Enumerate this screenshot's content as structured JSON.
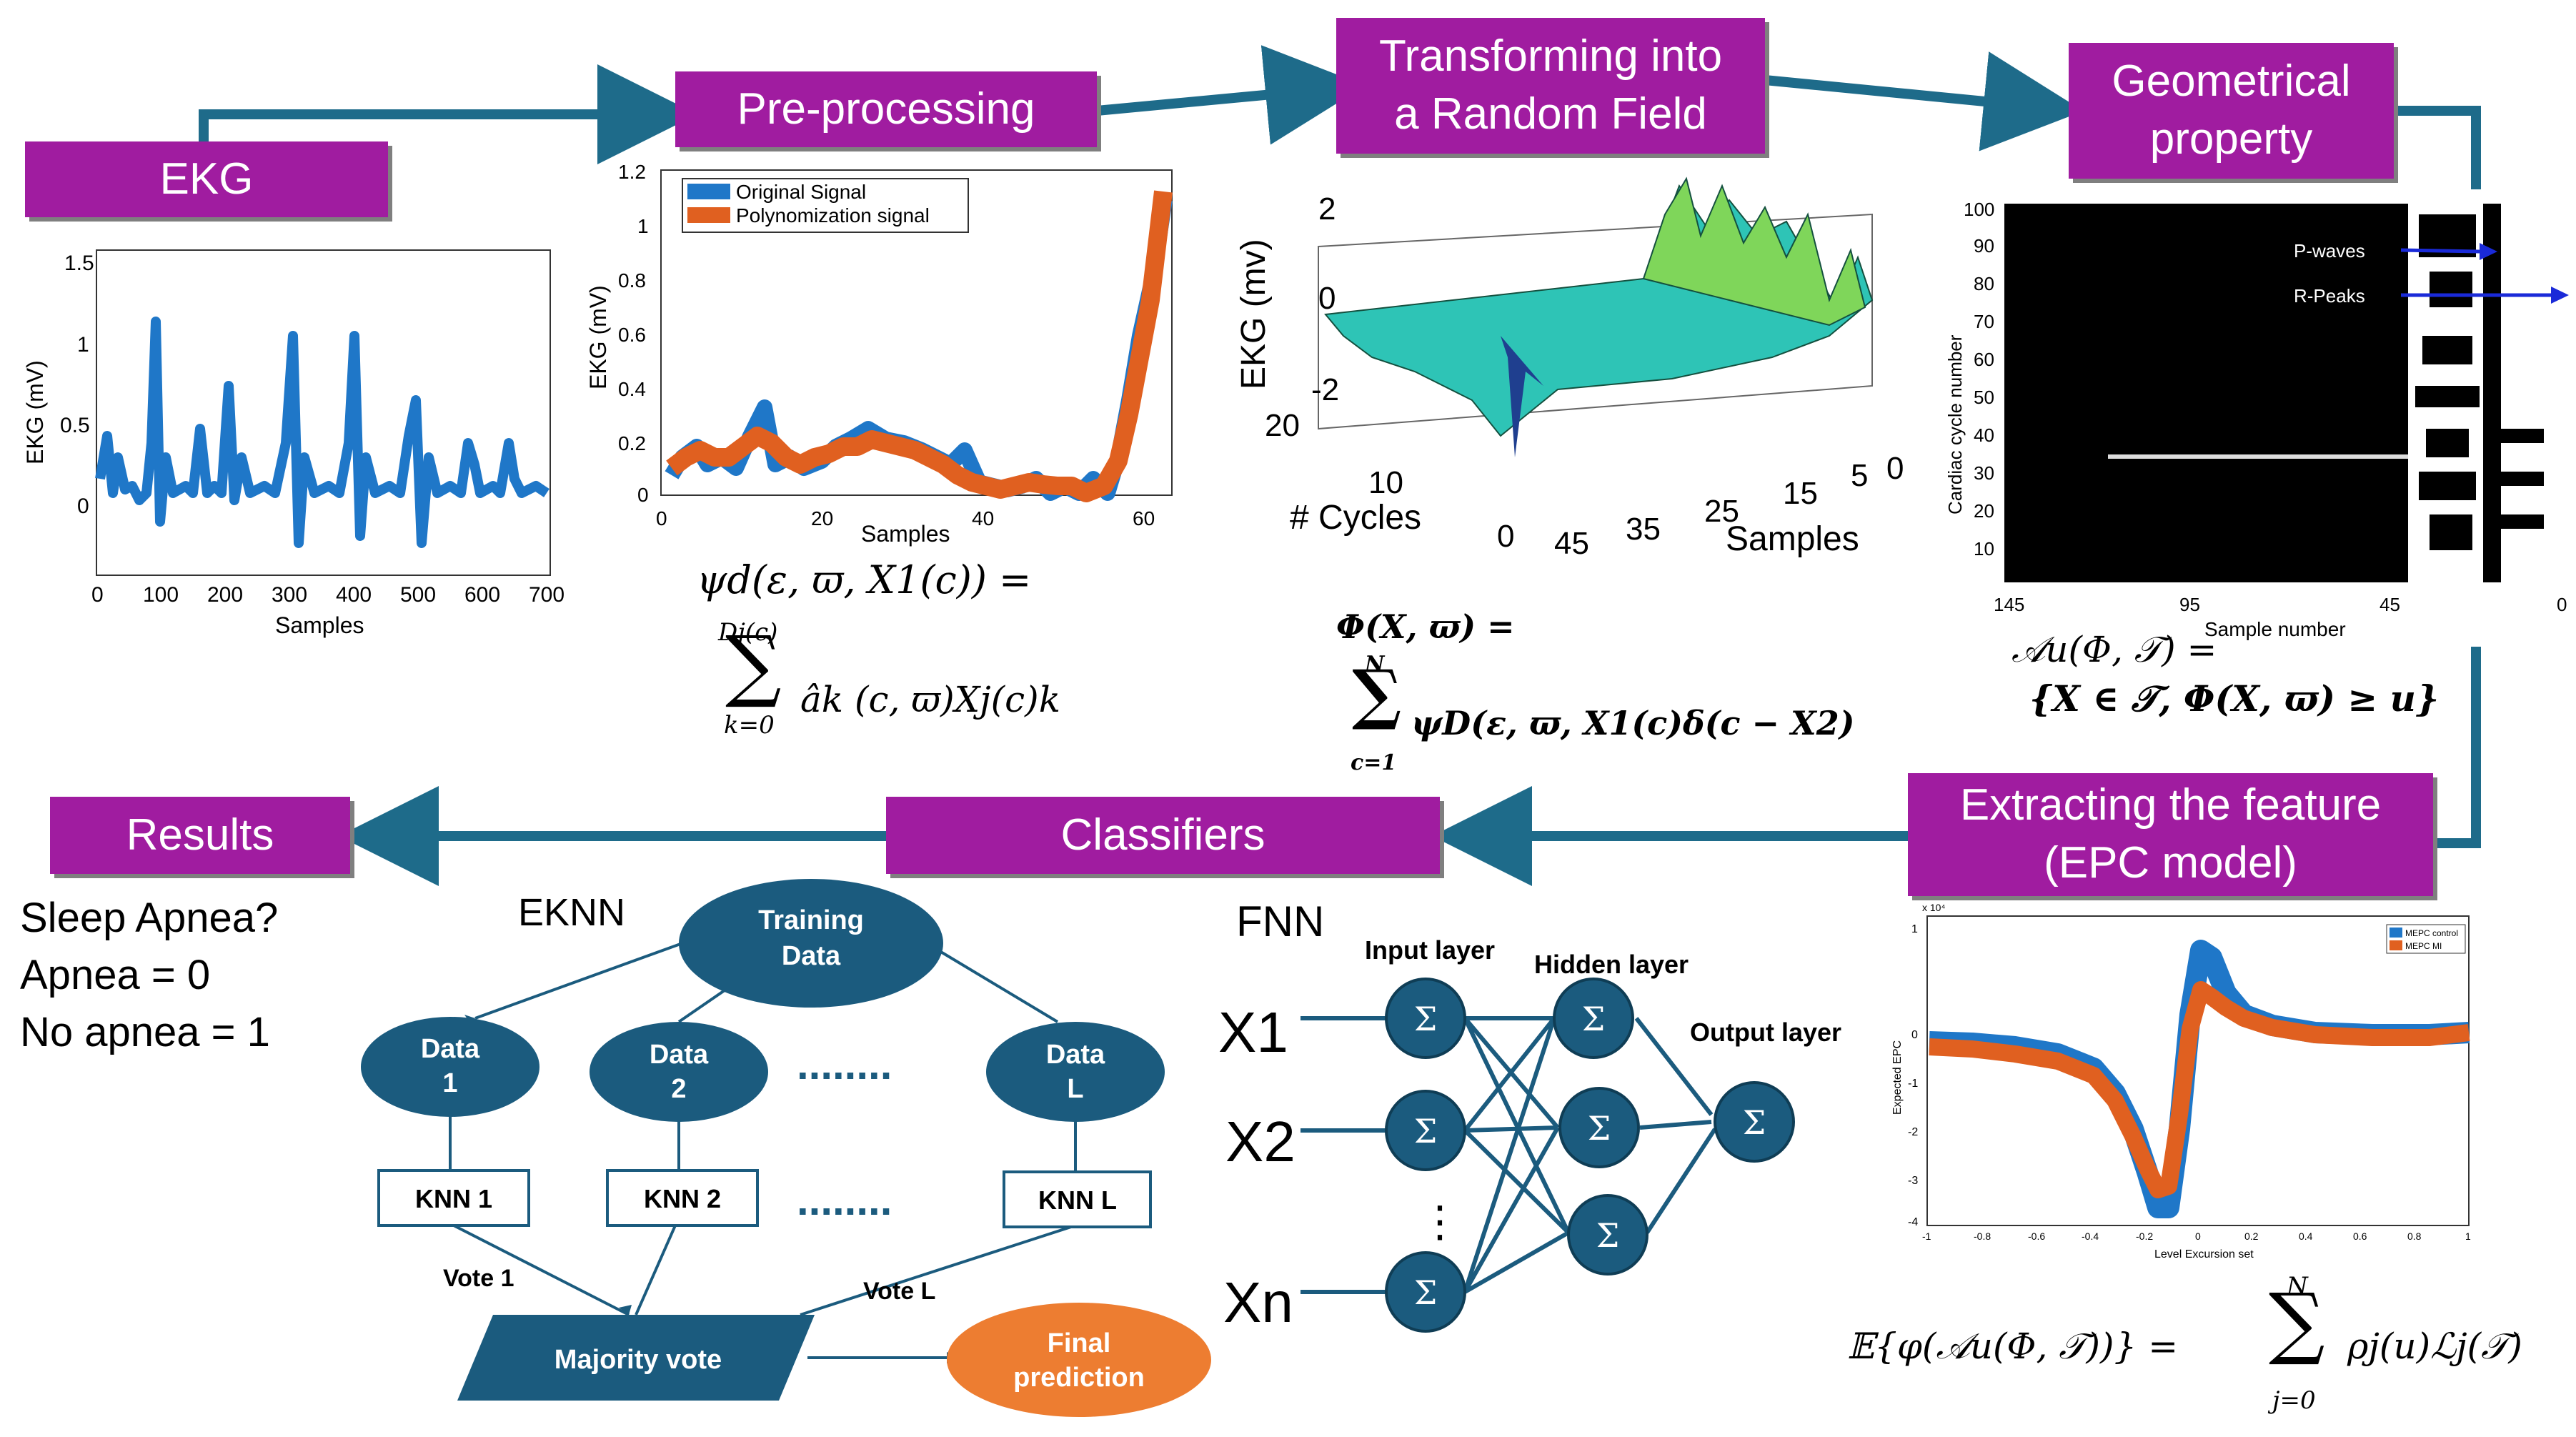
{
  "headers": {
    "ekg": "EKG",
    "preprocessing": "Pre-processing",
    "random_field": [
      "Transforming into",
      "a Random Field"
    ],
    "geometrical": [
      "Geometrical",
      "property"
    ],
    "extracting": [
      "Extracting the feature",
      "(EPC model)"
    ],
    "classifiers": "Classifiers",
    "results": "Results"
  },
  "colors": {
    "header_purple": "#a01ca0",
    "arrow_teal": "#1e6b8a",
    "node_teal": "#1b5b7e",
    "signal_blue": "#1f77c8",
    "poly_orange": "#e06020",
    "final_orange": "#ed7d31"
  },
  "ekg_plot": {
    "ylabel": "EKG (mV)",
    "xlabel": "Samples",
    "yticks": [
      "1.5",
      "1",
      "0.5",
      "0"
    ],
    "xticks": [
      "0",
      "100",
      "200",
      "300",
      "400",
      "500",
      "600",
      "700"
    ]
  },
  "pre_plot": {
    "ylabel": "EKG (mV)",
    "xlabel": "Samples",
    "yticks": [
      "1.2",
      "1",
      "0.8",
      "0.6",
      "0.4",
      "0.2",
      "0"
    ],
    "xticks": [
      "0",
      "20",
      "40",
      "60"
    ],
    "legend": [
      "Original Signal",
      "Polynomization signal"
    ]
  },
  "surface_plot": {
    "zlabel": "EKG (mv)",
    "zticks": [
      "2",
      "0",
      "-2"
    ],
    "cycles_label": "# Cycles",
    "cycles_ticks": [
      "20",
      "10",
      "0"
    ],
    "samples_label": "Samples",
    "samples_ticks": [
      "45",
      "35",
      "25",
      "15",
      "5",
      "0"
    ]
  },
  "geo_plot": {
    "ylabel": "Cardiac cycle number",
    "xlabel": "Sample number",
    "yticks": [
      "100",
      "90",
      "80",
      "70",
      "60",
      "50",
      "40",
      "30",
      "20",
      "10"
    ],
    "xticks": [
      "145",
      "95",
      "45",
      "0"
    ],
    "annotations": [
      "P-waves",
      "R-Peaks"
    ]
  },
  "epc_plot": {
    "ylabel": "Expected EPC",
    "xlabel": "Level Excursion set",
    "exponent": "x 10⁴",
    "legend": [
      "MEPC control",
      "MEPC MI"
    ],
    "yticks": [
      "1",
      "0",
      "-1",
      "-2",
      "-3",
      "-4"
    ],
    "xticks": [
      "-1",
      "-0.8",
      "-0.6",
      "-0.4",
      "-0.2",
      "0",
      "0.2",
      "0.4",
      "0.6",
      "0.8",
      "1"
    ]
  },
  "equations": {
    "psi_lhs": "ψd(ε, ϖ, X1(c)) =",
    "psi_top": "Dj(c)",
    "psi_sum": "∑",
    "psi_bottom": "k=0",
    "psi_body": "âk (c, ϖ)Xj(c)k",
    "phi_lhs": "Φ(X, ϖ) =",
    "phi_top": "N",
    "phi_sum": "∑",
    "phi_bottom": "c=1",
    "phi_body": "ψD(ε, ϖ, X1(c)δ(c − X2)",
    "au_line1": "𝒜u(Φ, 𝒯) =",
    "au_line2": "{X ∈ 𝒯, Φ(X, ϖ) ≥ u}",
    "epc_lhs": "𝔼{φ(𝒜u(Φ, 𝒯))} =",
    "epc_top": "N",
    "epc_sum": "∑",
    "epc_bottom": "j=0",
    "epc_body": "ρj(u)ℒj(𝒯)"
  },
  "results": {
    "question": "Sleep Apnea?",
    "apnea": "Apnea = 0",
    "no_apnea": "No apnea = 1"
  },
  "eknn": {
    "title": "EKNN",
    "training": [
      "Training",
      "Data"
    ],
    "data1": [
      "Data",
      "1"
    ],
    "data2": [
      "Data",
      "2"
    ],
    "dataL": [
      "Data",
      "L"
    ],
    "knn1": "KNN 1",
    "knn2": "KNN 2",
    "knnL": "KNN L",
    "vote1": "Vote 1",
    "voteL": "Vote L",
    "majority": "Majority vote",
    "final": [
      "Final",
      "prediction"
    ],
    "dots": "........"
  },
  "fnn": {
    "title": "FNN",
    "input_layer": "Input layer",
    "hidden_layer": "Hidden layer",
    "output_layer": "Output layer",
    "x1": "X1",
    "x2": "X2",
    "xn": "Xn",
    "sigma": "Σ",
    "vdots": "⋮"
  }
}
